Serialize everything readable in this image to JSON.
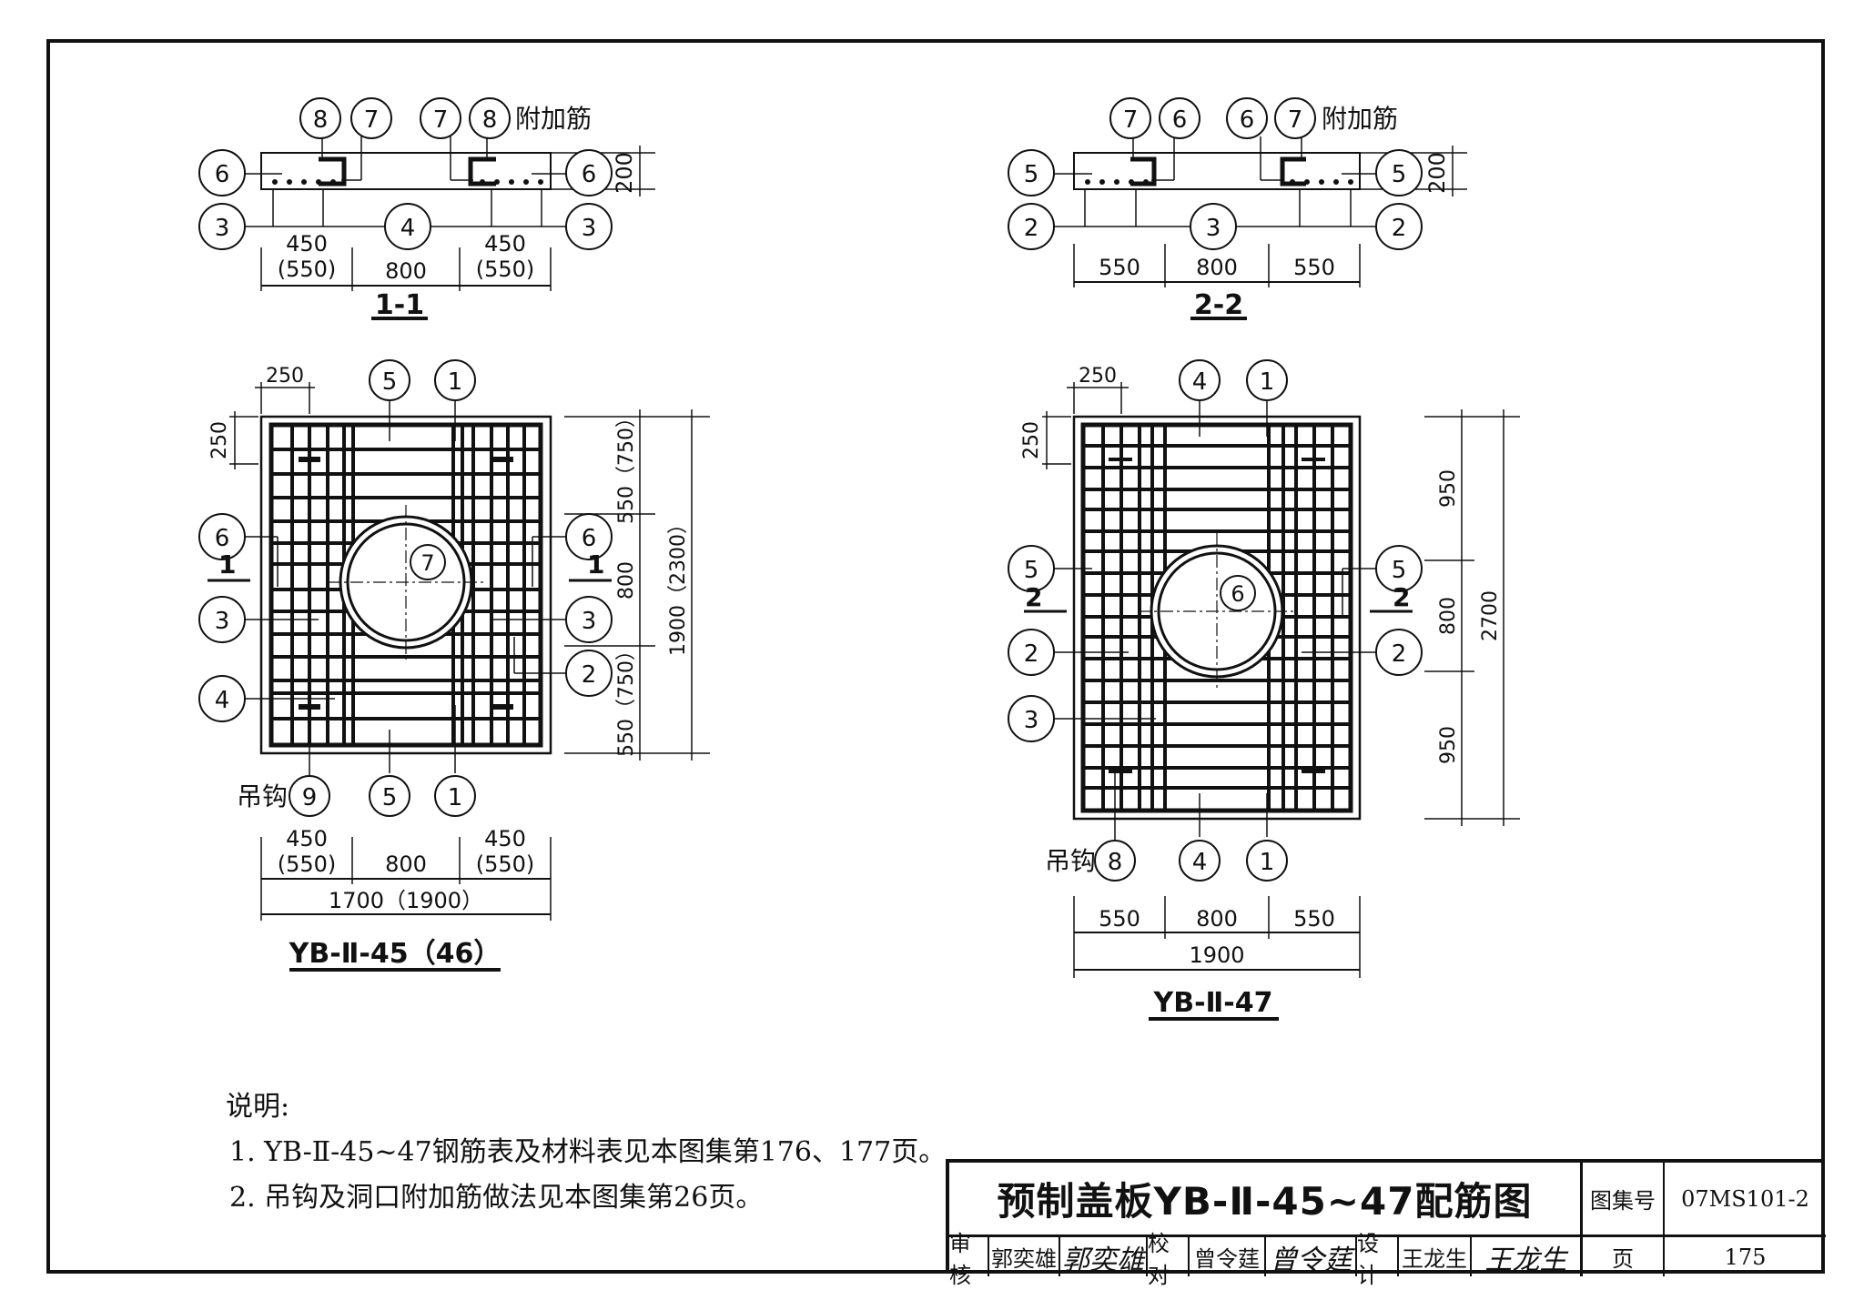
{
  "section_1": {
    "title": "1-1",
    "bar_labels_top": [
      "8",
      "7",
      "7",
      "8"
    ],
    "additional_bar": "附加筋",
    "left_labels": [
      "6",
      "3"
    ],
    "right_labels": [
      "6",
      "3"
    ],
    "middle_label": "4",
    "thickness": "200",
    "dims": [
      "450",
      "(550)",
      "800",
      "450",
      "(550)"
    ]
  },
  "section_2": {
    "title": "2-2",
    "bar_labels_top": [
      "7",
      "6",
      "6",
      "7"
    ],
    "additional_bar": "附加筋",
    "left_labels": [
      "5",
      "2"
    ],
    "right_labels": [
      "5",
      "2"
    ],
    "middle_label": "3",
    "thickness": "200",
    "dims": [
      "550",
      "800",
      "550"
    ]
  },
  "plan_45": {
    "title": "YB-Ⅱ-45（46）",
    "top_labels": [
      "5",
      "1"
    ],
    "bottom_labels": [
      "5",
      "1"
    ],
    "left_labels": [
      "6",
      "3",
      "4"
    ],
    "right_labels": [
      "6",
      "3",
      "2"
    ],
    "center_label": "7",
    "hook_label": "吊钩",
    "hook_number": "9",
    "cut_mark": "1",
    "edge_dims": [
      "250",
      "250"
    ],
    "right_dims": [
      "550（750）",
      "800",
      "550（750）",
      "1900（2300）"
    ],
    "bottom_dims": [
      "450",
      "(550)",
      "800",
      "450",
      "(550)",
      "1700（1900）"
    ]
  },
  "plan_47": {
    "title": "YB-Ⅱ-47",
    "top_labels": [
      "4",
      "1"
    ],
    "bottom_labels": [
      "4",
      "1"
    ],
    "left_labels": [
      "5",
      "2",
      "3"
    ],
    "right_labels": [
      "5",
      "2"
    ],
    "center_label": "6",
    "hook_label": "吊钩",
    "hook_number": "8",
    "cut_mark": "2",
    "edge_dims": [
      "250",
      "250"
    ],
    "right_dims": [
      "950",
      "800",
      "950",
      "2700"
    ],
    "bottom_dims": [
      "550",
      "800",
      "550",
      "1900"
    ]
  },
  "notes": {
    "heading": "说明:",
    "items": [
      "1. YB-Ⅱ-45~47钢筋表及材料表见本图集第176、177页。",
      "2. 吊钩及洞口附加筋做法见本图集第26页。"
    ]
  },
  "title_block": {
    "title": "预制盖板YB-Ⅱ-45~47配筋图",
    "atlas_label": "图集号",
    "atlas_number": "07MS101-2",
    "review_label": "审核",
    "reviewer": "郭奕雄",
    "check_label": "校对",
    "checker": "曾令莛",
    "design_label": "设计",
    "designer": "王龙生",
    "page_label": "页",
    "page_number": "175"
  }
}
